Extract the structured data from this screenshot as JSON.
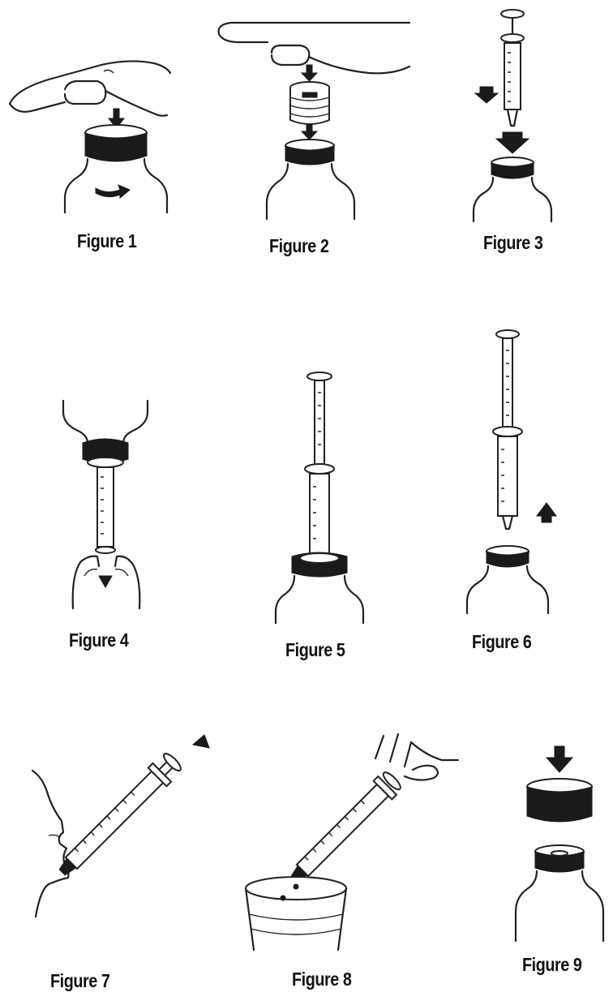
{
  "figures": [
    {
      "caption": "Figure 1"
    },
    {
      "caption": "Figure 2"
    },
    {
      "caption": "Figure 3"
    },
    {
      "caption": "Figure 4"
    },
    {
      "caption": "Figure 5"
    },
    {
      "caption": "Figure 6"
    },
    {
      "caption": "Figure 7"
    },
    {
      "caption": "Figure 8"
    },
    {
      "caption": "Figure 9"
    }
  ]
}
